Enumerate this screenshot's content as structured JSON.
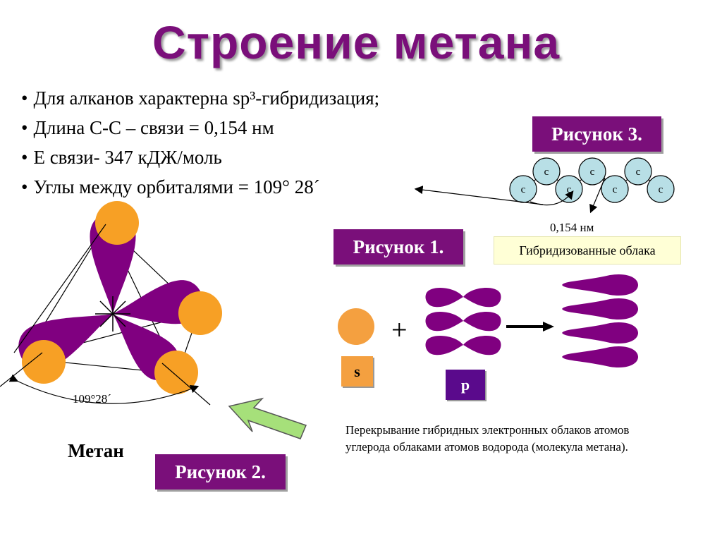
{
  "title": "Строение метана",
  "bullets": [
    "Для алканов характерна sp³-гибридизация;",
    "Длина С-С – связи = 0,154 нм",
    "Е связи- 347 кДЖ/моль",
    "Углы между орбиталями = 109° 28´"
  ],
  "figure1": {
    "label": "Рисунок 1.",
    "s_label": "s",
    "p_label": "p",
    "plus": "+",
    "caption": "Перекрывание гибридных электронных облаков атомов углерода облаками атомов водорода (молекула метана)."
  },
  "figure2": {
    "label": "Рисунок 2.",
    "angle": "109°28´",
    "molecule": "Метан"
  },
  "figure3": {
    "label": "Рисунок 3.",
    "atom_symbol": "с",
    "bond_length": "0,154 нм",
    "hybrid_label": "Гибридизованные облака"
  },
  "colors": {
    "title": "#7a0f7a",
    "orbital": "#800080",
    "hydrogen": "#f7a025",
    "carbon_atom": "#b8dfe6",
    "s_box": "#f4a040",
    "p_box": "#5a0a8c",
    "arrow_green": "#a6e07a"
  }
}
